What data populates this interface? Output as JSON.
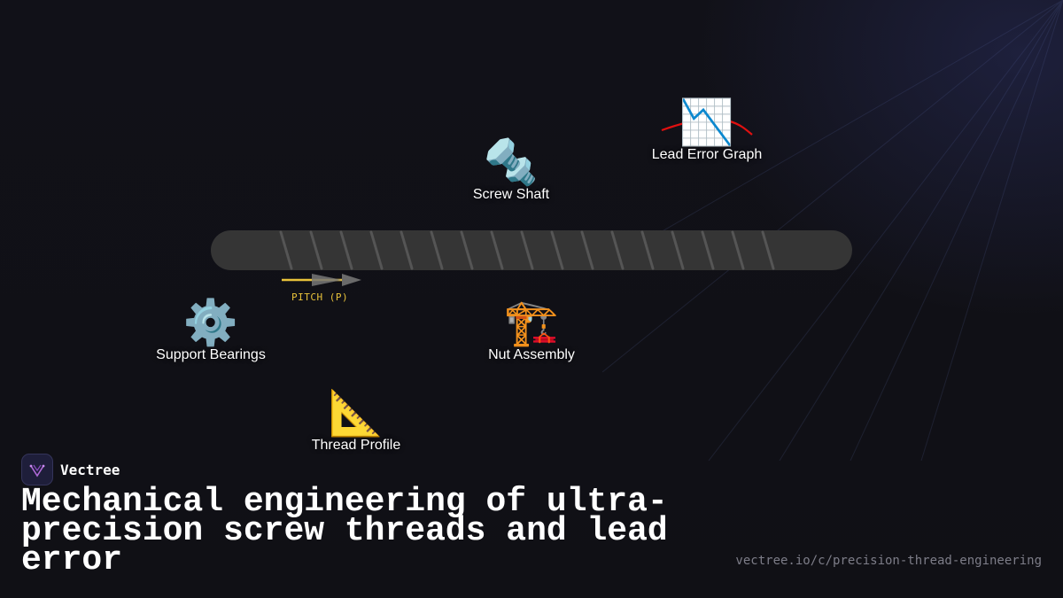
{
  "nodes": {
    "lead_error_graph": {
      "icon": "chart-decreasing-icon",
      "label": "Lead Error Graph"
    },
    "screw_shaft": {
      "icon": "nut-and-bolt-icon",
      "label": "Screw Shaft"
    },
    "support_bearings": {
      "icon": "gear-icon",
      "label": "Support Bearings"
    },
    "nut_assembly": {
      "icon": "construction-crane-icon",
      "label": "Nut Assembly"
    },
    "thread_profile": {
      "icon": "triangular-ruler-icon",
      "label": "Thread Profile"
    }
  },
  "pitch": {
    "label": "PITCH (P)"
  },
  "brand": {
    "name": "Vectree"
  },
  "title": "Mechanical engineering of ultra-precision screw threads and lead error",
  "url": "vectree.io/c/precision-thread-engineering",
  "colors": {
    "background": "#101016",
    "shaft": "#353535",
    "thread": "#555555",
    "pitch": "#e8c23a",
    "error_curve": "#e01010",
    "text": "#ffffff",
    "url": "#7d7d88"
  }
}
